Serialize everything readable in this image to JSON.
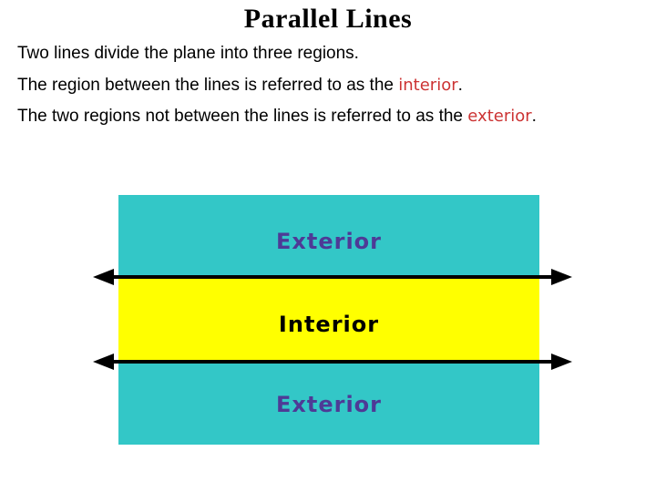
{
  "slide": {
    "title": "Parallel Lines",
    "lines": [
      {
        "prefix": "Two lines divide the plane into three regions.",
        "highlight": "",
        "suffix": ""
      },
      {
        "prefix": "The region between the lines is referred to as the ",
        "highlight": "interior",
        "suffix": "."
      },
      {
        "prefix": "The two regions not between the lines is referred to as the ",
        "highlight": "exterior",
        "suffix": "."
      }
    ],
    "diagram": {
      "exterior_top_label": "Exterior",
      "interior_label": "Interior",
      "exterior_bottom_label": "Exterior"
    },
    "colors": {
      "exterior_fill": "#33c7c7",
      "interior_fill": "#ffff00",
      "exterior_label_color": "#4e3a96",
      "interior_label_color": "#000000",
      "line_color": "#000000",
      "highlight_color": "#cc3333",
      "text_color": "#000000"
    }
  }
}
